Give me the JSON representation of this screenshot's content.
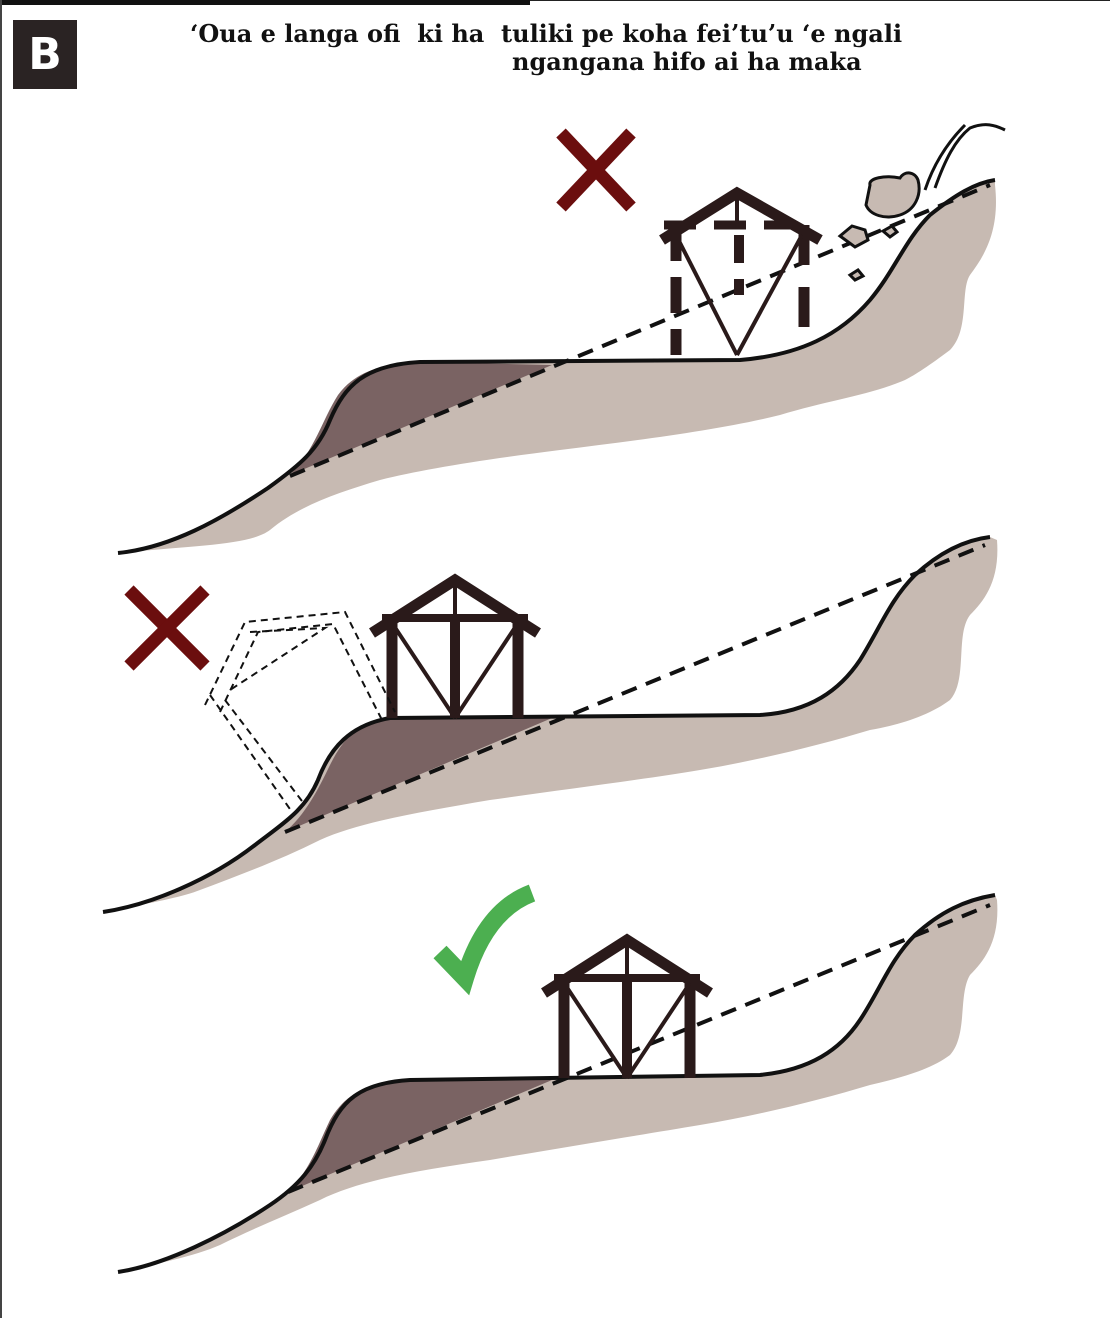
{
  "panel": {
    "badge": "B",
    "title_line1": "‘Oua e langa ofi  ki ha  tuliki pe koha fei’tu’u ‘e ngali",
    "title_line2": "ngangana hifo ai ha maka"
  },
  "scenarios": [
    {
      "id": "top",
      "verdict": "wrong",
      "mark": "cross-icon",
      "description_icon": "falling-rocks-icon"
    },
    {
      "id": "middle",
      "verdict": "wrong",
      "mark": "cross-icon",
      "description_icon": "collapsing-house-icon"
    },
    {
      "id": "bottom",
      "verdict": "correct",
      "mark": "checkmark-icon"
    }
  ],
  "colors": {
    "ground": "#c7bab2",
    "fill_soil": "#7a6363",
    "structure": "#2a1a1a",
    "wrong_mark": "#6b0e0e",
    "correct_mark": "#4caf50",
    "badge_bg": "#2a2323"
  }
}
